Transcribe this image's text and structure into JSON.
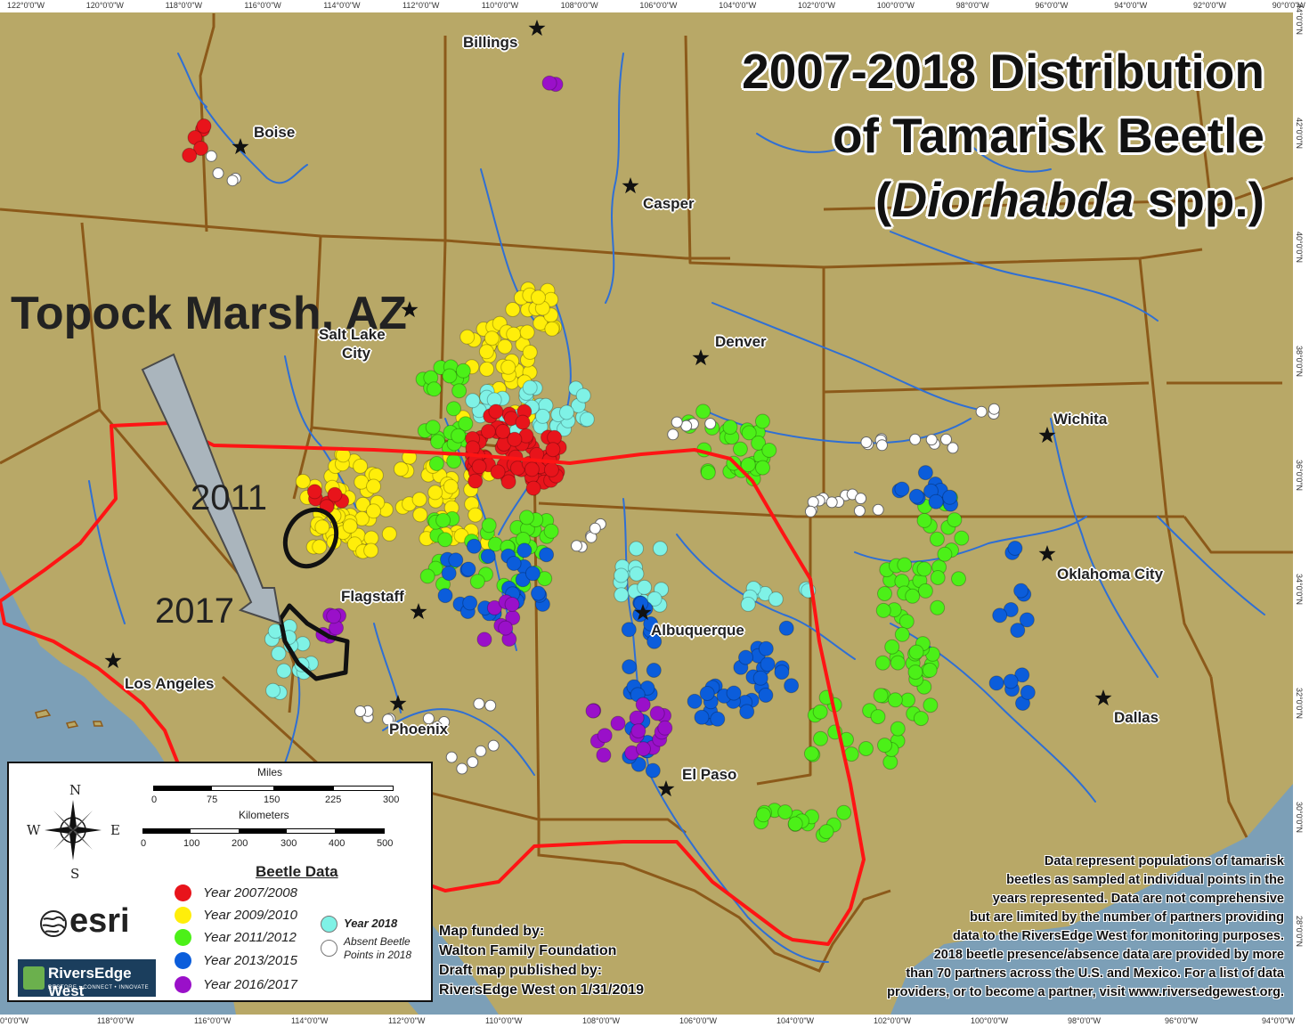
{
  "title": {
    "line1": "2007-2018 Distribution",
    "line2": "of Tamarisk Beetle",
    "line3_italic": "Diorhabda",
    "line3_rest": " spp.)",
    "line3_open": "("
  },
  "annotations": {
    "site": "Topock Marsh, AZ",
    "year_a": "2011",
    "year_b": "2017"
  },
  "cities": [
    {
      "name": "Billings"
    },
    {
      "name": "Boise"
    },
    {
      "name": "Casper"
    },
    {
      "name": "Salt Lake"
    },
    {
      "name": "City"
    },
    {
      "name": "Denver"
    },
    {
      "name": "Wichita"
    },
    {
      "name": "Oklahoma City"
    },
    {
      "name": "Flagstaff"
    },
    {
      "name": "Albuquerque"
    },
    {
      "name": "Los Angeles"
    },
    {
      "name": "Phoenix"
    },
    {
      "name": "Dallas"
    },
    {
      "name": "El Paso"
    }
  ],
  "graticule": {
    "top": [
      "122°0'0\"W",
      "120°0'0\"W",
      "118°0'0\"W",
      "116°0'0\"W",
      "114°0'0\"W",
      "112°0'0\"W",
      "110°0'0\"W",
      "108°0'0\"W",
      "106°0'0\"W",
      "104°0'0\"W",
      "102°0'0\"W",
      "100°0'0\"W",
      "98°0'0\"W",
      "96°0'0\"W",
      "94°0'0\"W",
      "92°0'0\"W",
      "90°0'0\"W"
    ],
    "bottom": [
      "0°0'0\"W",
      "118°0'0\"W",
      "116°0'0\"W",
      "114°0'0\"W",
      "112°0'0\"W",
      "110°0'0\"W",
      "108°0'0\"W",
      "106°0'0\"W",
      "104°0'0\"W",
      "102°0'0\"W",
      "100°0'0\"W",
      "98°0'0\"W",
      "96°0'0\"W",
      "94°0'0\"W"
    ],
    "right": [
      "44°0'0\"N",
      "42°0'0\"N",
      "40°0'0\"N",
      "38°0'0\"N",
      "36°0'0\"N",
      "34°0'0\"N",
      "32°0'0\"N",
      "30°0'0\"N",
      "28°0'0\"N"
    ]
  },
  "legend": {
    "heading": "Beetle Data",
    "miles_label": "Miles",
    "km_label": "Kilometers",
    "miles_ticks": [
      "0",
      "75",
      "150",
      "225",
      "300"
    ],
    "km_ticks": [
      "0",
      "100",
      "200",
      "300",
      "400",
      "500"
    ],
    "compass": {
      "n": "N",
      "s": "S",
      "e": "E",
      "w": "W"
    },
    "items": [
      {
        "label": "Year 2007/2008",
        "color": "#e8141b"
      },
      {
        "label": "Year 2009/2010",
        "color": "#ffee0a"
      },
      {
        "label": "Year 2011/2012",
        "color": "#4cf018"
      },
      {
        "label": "Year 2013/2015",
        "color": "#0b5ddb"
      },
      {
        "label": "Year 2016/2017",
        "color": "#9a10c9"
      }
    ],
    "items2": [
      {
        "label": "Year 2018",
        "color": "#7ff2e6"
      },
      {
        "label": "Absent Beetle",
        "label2": "Points in 2018",
        "color": "#ffffff"
      }
    ],
    "esri": "esri",
    "rew_name": "RiversEdge West",
    "rew_tag": "RESTORE  •  CONNECT  •  INNOVATE"
  },
  "funded": {
    "l1": "Map funded by:",
    "l2": "Walton Family Foundation",
    "l3": "Draft map published by:",
    "l4": "RiversEdge West on 1/31/2019"
  },
  "note": {
    "l1": "Data represent populations of tamarisk",
    "l2": "beetles as sampled at individual points in the",
    "l3": "years represented. Data are not comprehensive",
    "l4": "but are limited by the number of partners providing",
    "l5": "data to the RiversEdge West for monitoring purposes.",
    "l6": "2018 beetle presence/absence data are provided by more",
    "l7": "than 70 partners across the U.S. and Mexico. For a list of data",
    "l8": "providers, or to become a partner, visit www.riversedgewest.org."
  },
  "colors": {
    "land": "#b8a867",
    "ocean": "#7c9fb7",
    "border": "#8c5a1a",
    "river": "#2f6fd4",
    "study_area": "#e8141b",
    "arrow": "#aab5bd"
  }
}
